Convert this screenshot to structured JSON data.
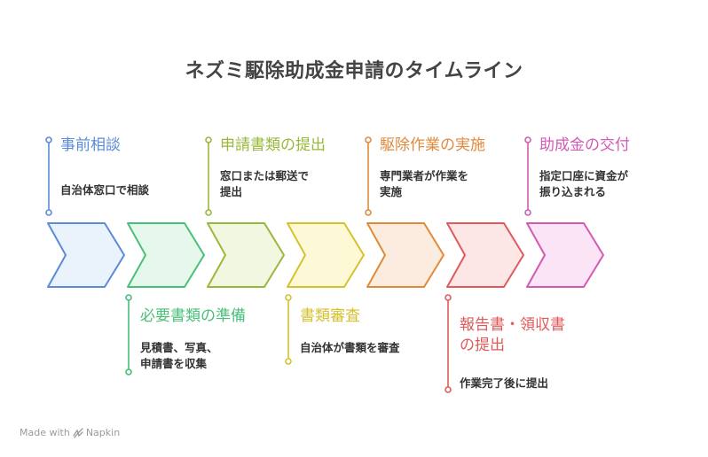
{
  "title": "ネズミ駆除助成金申請のタイムライン",
  "footer": {
    "text": "Made with",
    "brand": "Napkin",
    "icon": "napkin-logo-icon"
  },
  "steps": [
    {
      "label": "事前相談",
      "description": [
        "自治体窓口で相談"
      ],
      "position": "top",
      "color": "#5b8bd9",
      "fill": "#eaf2fc"
    },
    {
      "label": "必要書類の準備",
      "description": [
        "見積書、写真、",
        "申請書を収集"
      ],
      "position": "bottom",
      "color": "#48c079",
      "fill": "#e6f8ec"
    },
    {
      "label": "申請書類の提出",
      "description": [
        "窓口または郵送で",
        "提出"
      ],
      "position": "top",
      "color": "#9ab83a",
      "fill": "#f2f7e1"
    },
    {
      "label": "書類審査",
      "description": [
        "自治体が書類を審査"
      ],
      "position": "bottom",
      "color": "#d6c22c",
      "fill": "#fdf9d6"
    },
    {
      "label": "駆除作業の実施",
      "description": [
        "専門業者が作業を",
        "実施"
      ],
      "position": "top",
      "color": "#e08a3c",
      "fill": "#fcece0"
    },
    {
      "label": "報告書・領収書\nの提出",
      "description": [
        "作業完了後に提出"
      ],
      "position": "bottom",
      "color": "#e05a5a",
      "fill": "#fde6e6"
    },
    {
      "label": "助成金の交付",
      "description": [
        "指定口座に資金が",
        "振り込まれる"
      ],
      "position": "top",
      "color": "#d35ab4",
      "fill": "#fbe4f5"
    }
  ]
}
